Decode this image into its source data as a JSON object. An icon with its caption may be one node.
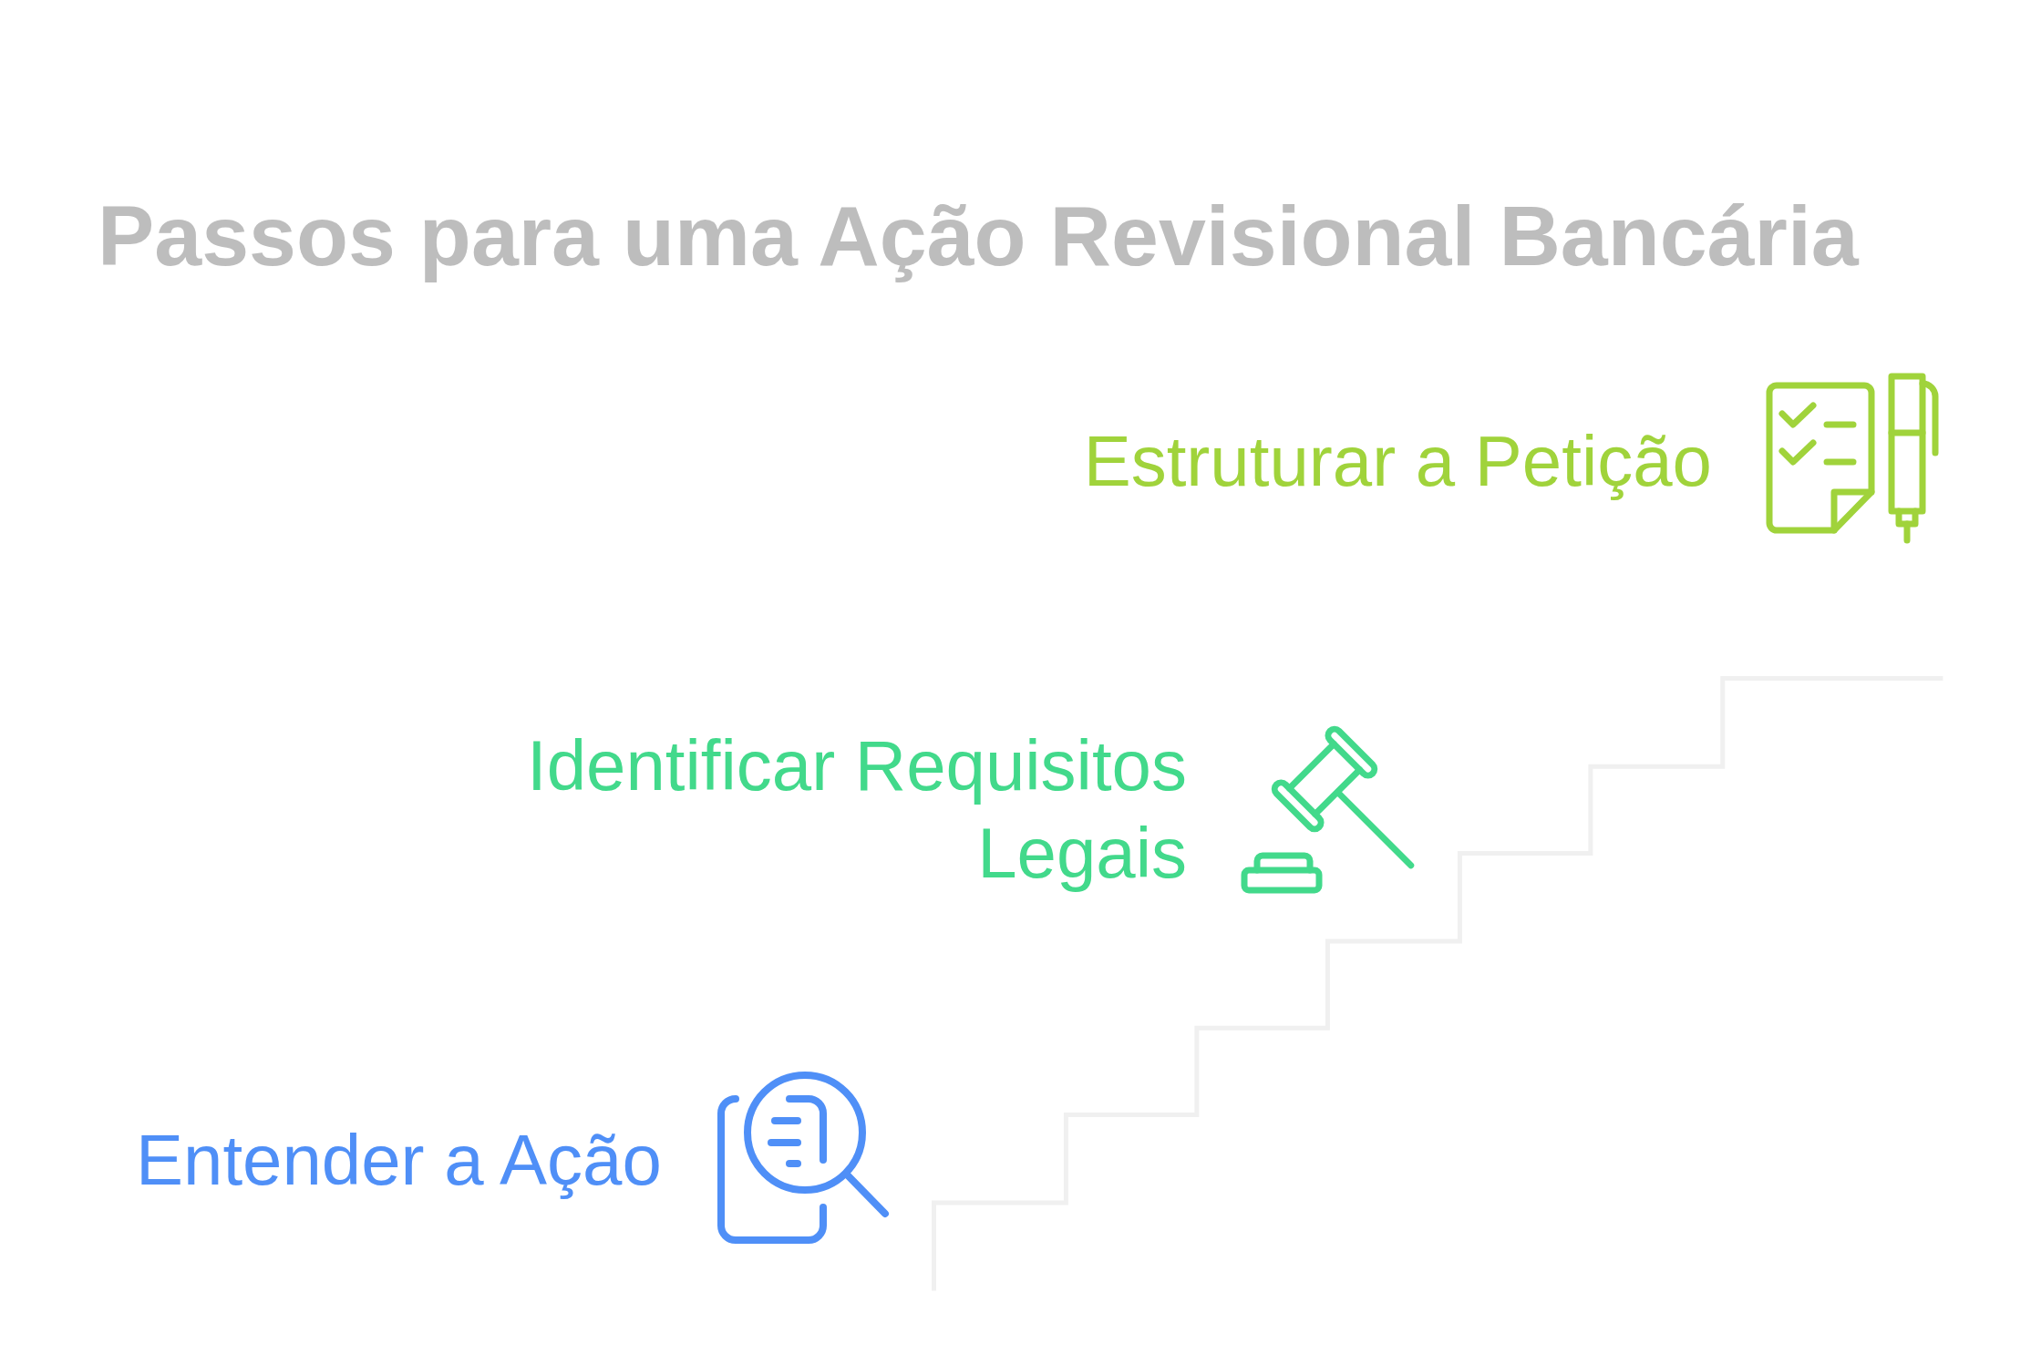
{
  "diagram": {
    "title": "Passos para uma Ação Revisional Bancária",
    "labels": [
      "Estruturar a Petição",
      "Identificar Requisitos Legais",
      "Entender a Ação"
    ]
  }
}
